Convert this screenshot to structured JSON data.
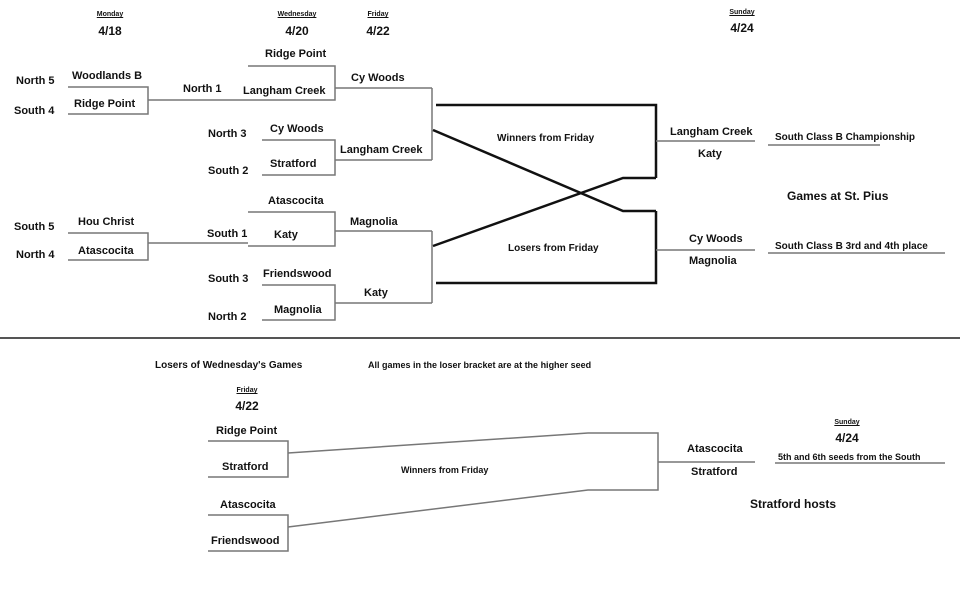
{
  "dates": {
    "monday": {
      "day": "Monday",
      "date": "4/18"
    },
    "wednesday": {
      "day": "Wednesday",
      "date": "4/20"
    },
    "friday": {
      "day": "Friday",
      "date": "4/22"
    },
    "sunday": {
      "day": "Sunday",
      "date": "4/24"
    },
    "loser_friday": {
      "day": "Friday",
      "date": "4/22"
    },
    "loser_sunday": {
      "day": "Sunday",
      "date": "4/24"
    }
  },
  "seeds": {
    "north5": "North 5",
    "south4": "South 4",
    "north1": "North 1",
    "north3": "North 3",
    "south2": "South 2",
    "south5": "South 5",
    "north4": "North 4",
    "south1": "South 1",
    "south3": "South 3",
    "north2": "North 2"
  },
  "monday": {
    "game1": {
      "top": "Woodlands B",
      "bottom": "Ridge Point"
    },
    "game2": {
      "top": "Hou Christ",
      "bottom": "Atascocita"
    }
  },
  "wednesday": {
    "game1": {
      "top": "Ridge Point",
      "bottom": "Langham Creek"
    },
    "game2": {
      "top": "Cy Woods",
      "bottom": "Stratford"
    },
    "game3": {
      "top": "Atascocita",
      "bottom": "Katy"
    },
    "game4": {
      "top": "Friendswood",
      "bottom": "Magnolia"
    }
  },
  "friday": {
    "game1": "Cy Woods",
    "game2": "Langham Creek",
    "game3": "Magnolia",
    "game4": "Katy"
  },
  "sunday": {
    "championship": {
      "top": "Langham Creek",
      "bottom": "Katy",
      "label": "South Class B Championship"
    },
    "third_place": {
      "top": "Cy Woods",
      "bottom": "Magnolia",
      "label": "South Class B 3rd and 4th place"
    },
    "winners_label": "Winners from Friday",
    "losers_label": "Losers from Friday",
    "venue": "Games at St. Pius"
  },
  "loser_bracket": {
    "title": "Losers of Wednesday's Games",
    "note": "All games in the loser bracket are at the higher seed",
    "game1": {
      "top": "Ridge Point",
      "bottom": "Stratford"
    },
    "game2": {
      "top": "Atascocita",
      "bottom": "Friendswood"
    },
    "winners_label": "Winners from Friday",
    "final": {
      "top": "Atascocita",
      "bottom": "Stratford",
      "label": "5th and 6th seeds from the South"
    },
    "host": "Stratford hosts"
  }
}
